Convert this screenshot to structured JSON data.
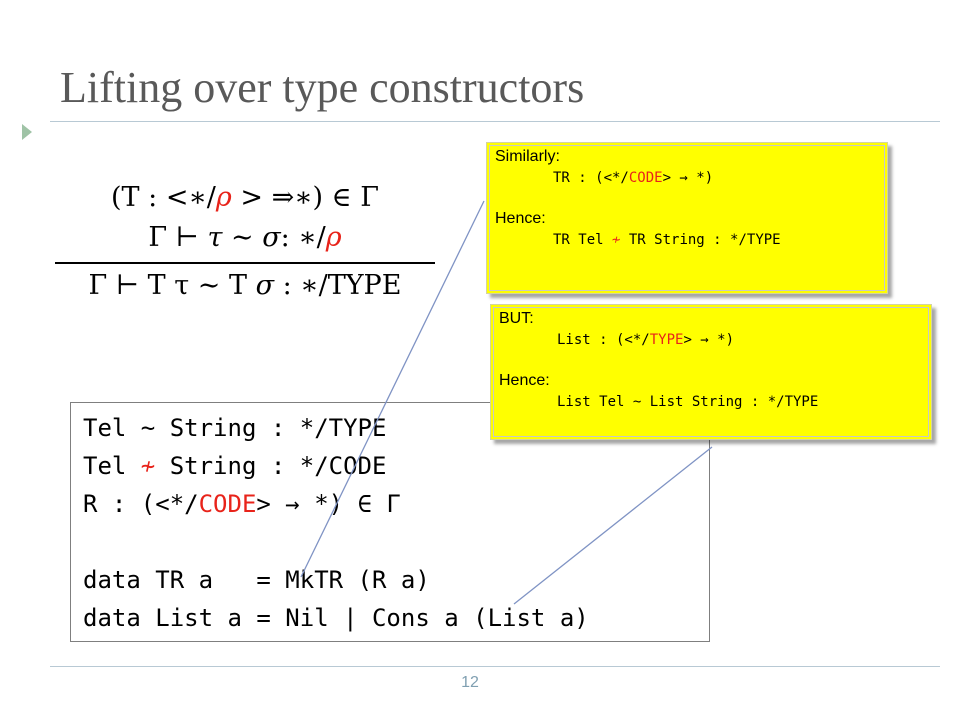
{
  "slide": {
    "title": "Lifting over type constructors",
    "page_number": "12"
  },
  "inference_rule": {
    "premise1": {
      "pre": "(T : <∗/",
      "rho": "ρ",
      "post": " > ⇒∗) ∈ Γ"
    },
    "premise2": {
      "pre": "Γ  ⊢  ",
      "tau": "τ",
      "mid": " ∼ ",
      "sigma": "σ",
      "mid2": ": ∗/",
      "rho": "ρ"
    },
    "conclusion": {
      "pre": "Γ  ⊢  T τ ∼ T ",
      "sigma": "σ",
      "post": " : ∗/TYPE"
    }
  },
  "code": {
    "line1": "Tel ~ String : */TYPE",
    "line2_a": "Tel ",
    "line2_op": "≁",
    "line2_b": " String : */CODE",
    "line3_a": "R : (<*/",
    "line3_kind": "CODE",
    "line3_b": "> → *) ∈ Γ",
    "line4": "",
    "line5": "data TR a   = MkTR (R a)",
    "line6": "data List a = Nil | Cons a (List a)"
  },
  "callout_similarly": {
    "heading": "Similarly:",
    "code1_a": "TR : (<*/",
    "code1_kind": "CODE",
    "code1_b": "> → *)",
    "hence": "Hence:",
    "code2_a": "TR Tel ",
    "code2_op": "≁",
    "code2_b": " TR String : */TYPE"
  },
  "callout_but": {
    "heading": "BUT:",
    "code1_a": "List : (<*/",
    "code1_kind": "TYPE",
    "code1_b": "> → *)",
    "hence": "Hence:",
    "code2": "List Tel ~ List String : */TYPE"
  },
  "colors": {
    "title": "#595959",
    "highlight_red": "#e8231a",
    "callout_bg": "#ffff00",
    "rule_line": "#b8c9d4",
    "leader_line": "#7f93c4"
  }
}
